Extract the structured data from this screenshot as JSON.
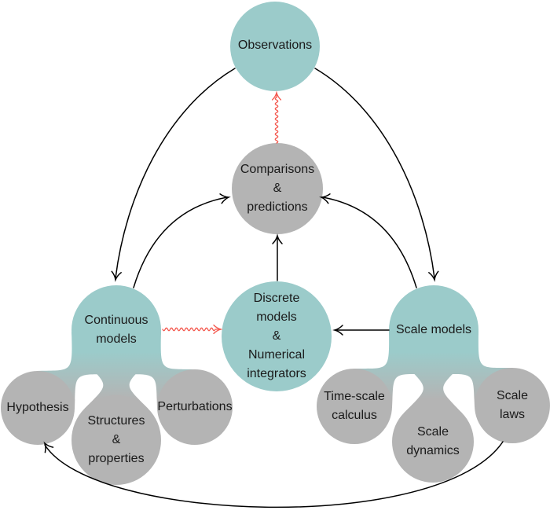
{
  "diagram": {
    "colors": {
      "hub_fill": "#9bcbca",
      "satellite_fill": "#b4b4b4",
      "edge_color": "#000000",
      "wavy_edge_color": "#f4584e",
      "text_color": "#1a1a1a",
      "background": "#ffffff"
    },
    "nodes": {
      "observations": {
        "label": "Observations",
        "color_group": "teal"
      },
      "comparisons": {
        "label": "Comparisons\n&\npredictions",
        "color_group": "gray"
      },
      "discrete": {
        "label": "Discrete\nmodels\n&\nNumerical\nintegrators",
        "color_group": "teal"
      },
      "continuous": {
        "label": "Continuous\nmodels",
        "color_group": "teal"
      },
      "scale_models": {
        "label": "Scale models",
        "color_group": "teal"
      },
      "hypothesis": {
        "label": "Hypothesis",
        "color_group": "gray"
      },
      "structures": {
        "label": "Structures\n&\nproperties",
        "color_group": "gray"
      },
      "perturbations": {
        "label": "Perturbations",
        "color_group": "gray"
      },
      "timescale_calculus": {
        "label": "Time-scale\ncalculus",
        "color_group": "gray"
      },
      "scale_dynamics": {
        "label": "Scale\ndynamics",
        "color_group": "gray"
      },
      "scale_laws": {
        "label": "Scale laws",
        "color_group": "gray"
      }
    },
    "edges": [
      {
        "id": "observations-to-continuous",
        "from": "observations",
        "to": "continuous",
        "line": "solid",
        "color": "black"
      },
      {
        "id": "observations-to-scale-models",
        "from": "observations",
        "to": "scale_models",
        "line": "solid",
        "color": "black"
      },
      {
        "id": "continuous-to-comparisons",
        "from": "continuous",
        "to": "comparisons",
        "line": "solid",
        "color": "black"
      },
      {
        "id": "scale-models-to-comparisons",
        "from": "scale_models",
        "to": "comparisons",
        "line": "solid",
        "color": "black"
      },
      {
        "id": "discrete-to-comparisons",
        "from": "discrete",
        "to": "comparisons",
        "line": "solid",
        "color": "black"
      },
      {
        "id": "scale-models-to-discrete",
        "from": "scale_models",
        "to": "discrete",
        "line": "solid",
        "color": "black"
      },
      {
        "id": "continuous-to-discrete",
        "from": "continuous",
        "to": "discrete",
        "line": "wavy",
        "color": "red"
      },
      {
        "id": "comparisons-to-observations",
        "from": "comparisons",
        "to": "observations",
        "line": "wavy",
        "color": "red"
      },
      {
        "id": "scale-laws-to-hypothesis",
        "from": "scale_laws",
        "to": "hypothesis",
        "line": "solid",
        "color": "black"
      }
    ]
  }
}
